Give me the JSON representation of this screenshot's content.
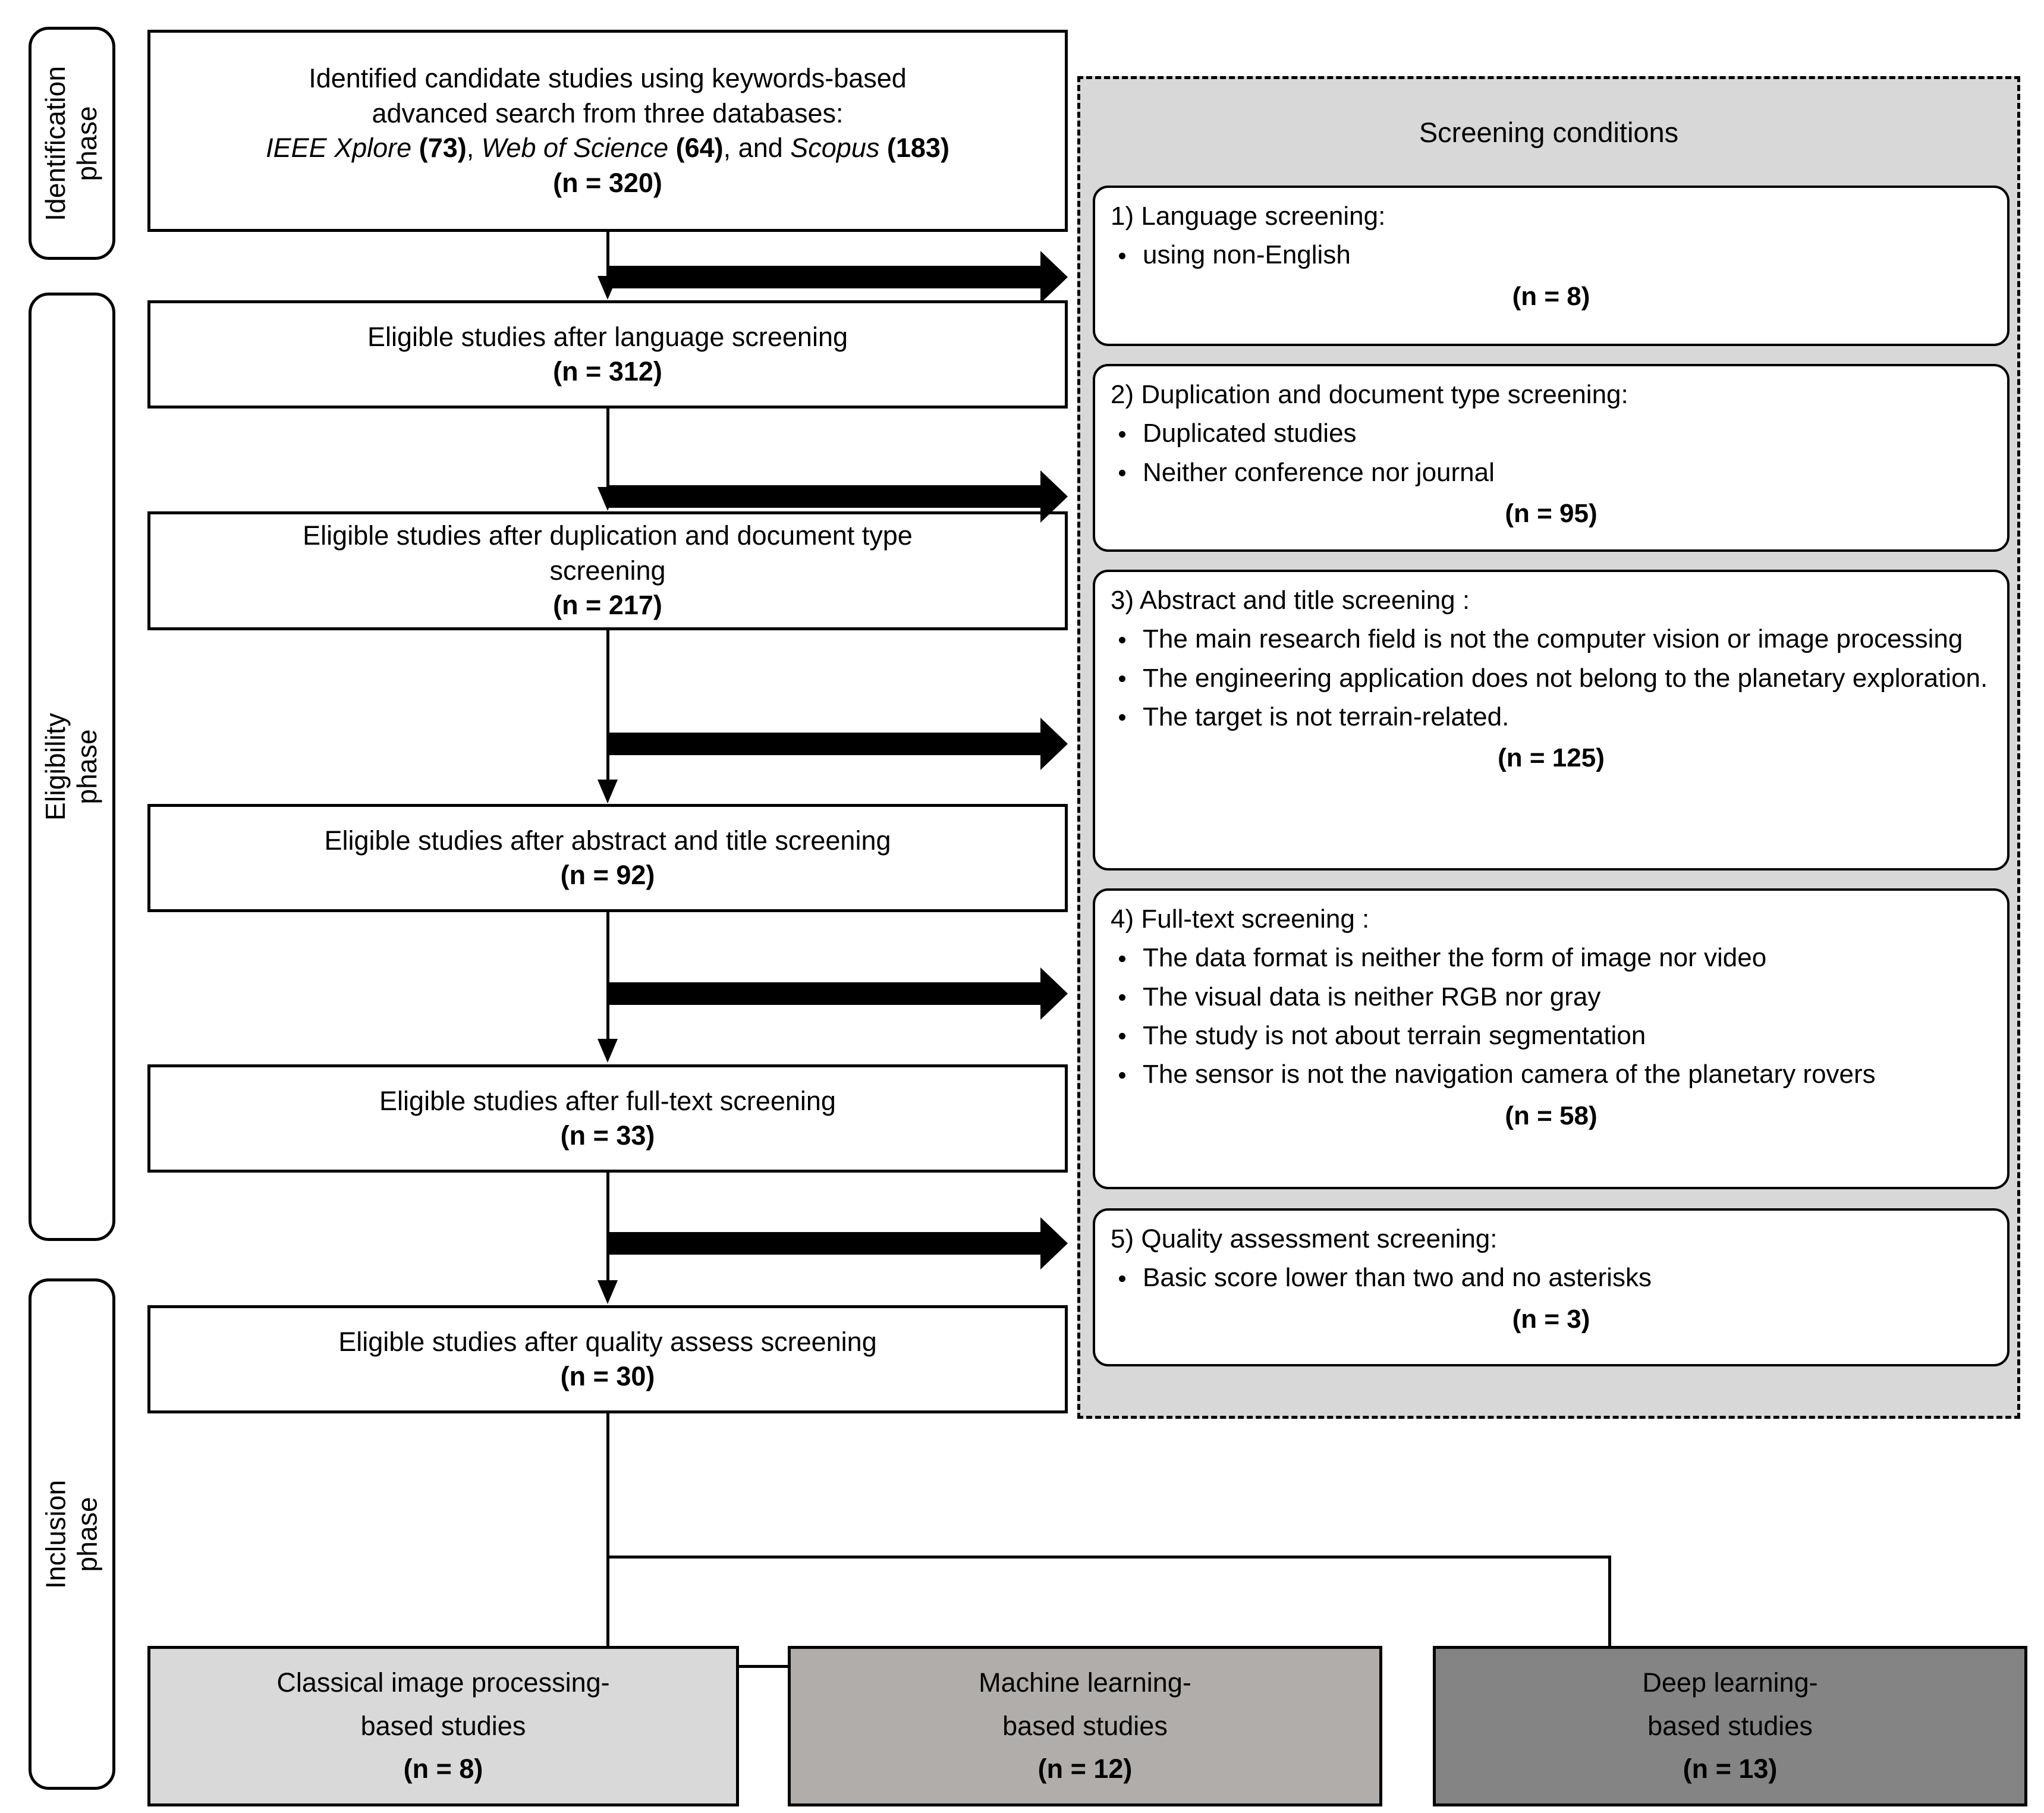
{
  "phases": [
    {
      "id": "identification",
      "label": "Identification\nphase",
      "line1": "Identification",
      "line2": "phase"
    },
    {
      "id": "eligibility",
      "label": "Eligibility\nphase",
      "line1": "Eligibility",
      "line2": "phase"
    },
    {
      "id": "inclusion",
      "label": "Inclusion\nphase",
      "line1": "Inclusion",
      "line2": "phase"
    }
  ],
  "flow": {
    "identification_box": {
      "line1": "Identified candidate studies using keywords-based",
      "line2": "advanced search from three databases:",
      "db1_name": "IEEE Xplore",
      "db1_count": "(73)",
      "sep1": ", ",
      "db2_name": "Web of Science",
      "db2_count": "(64)",
      "sep2": ", and ",
      "db3_name": "Scopus",
      "db3_count": "(183)",
      "count": "(n = 320)"
    },
    "steps": [
      {
        "id": "after-language",
        "title": "Eligible studies after language screening",
        "count": "(n = 312)"
      },
      {
        "id": "after-duplication",
        "title": "Eligible studies after duplication and document type",
        "title2": "screening",
        "count": "(n = 217)"
      },
      {
        "id": "after-abstract-title",
        "title": "Eligible studies after abstract and title screening",
        "count": "(n = 92)"
      },
      {
        "id": "after-full-text",
        "title": "Eligible studies after full-text screening",
        "count": "(n = 33)"
      },
      {
        "id": "after-quality",
        "title": "Eligible studies after quality assess screening",
        "count": "(n = 30)"
      }
    ]
  },
  "screening_panel": {
    "title": "Screening conditions",
    "conditions": [
      {
        "id": "language-screening",
        "heading": "1) Language screening:",
        "bullets": [
          "using non-English"
        ],
        "count": "(n = 8)"
      },
      {
        "id": "duplication-document-type-screening",
        "heading": "2) Duplication and document type screening:",
        "bullets": [
          "Duplicated studies",
          "Neither conference nor journal"
        ],
        "count": "(n = 95)"
      },
      {
        "id": "abstract-title-screening",
        "heading": "3) Abstract and title screening :",
        "bullets": [
          "The main research field is not the computer vision or image processing",
          "The engineering application does not belong to the planetary exploration.",
          "The target is not terrain-related."
        ],
        "count": "(n = 125)"
      },
      {
        "id": "full-text-screening",
        "heading": "4) Full-text screening :",
        "bullets": [
          "The data format is neither the form of image nor video",
          "The visual data is neither RGB nor gray",
          "The study is not about terrain segmentation",
          "The sensor is not the navigation camera of the planetary rovers"
        ],
        "count": "(n = 58)"
      },
      {
        "id": "quality-assessment-screening",
        "heading": "5) Quality assessment screening:",
        "bullets": [
          "Basic score lower than two and no asterisks"
        ],
        "count": "(n = 3)"
      }
    ]
  },
  "results": [
    {
      "id": "classical-image-processing",
      "line1": "Classical image processing-",
      "line2": "based studies",
      "count": "(n = 8)",
      "color": "#d9d9d9"
    },
    {
      "id": "machine-learning",
      "line1": "Machine learning-",
      "line2": "based studies",
      "count": "(n = 12)",
      "color": "#b0adaa"
    },
    {
      "id": "deep-learning",
      "line1": "Deep learning-",
      "line2": "based studies",
      "count": "(n = 13)",
      "color": "#848484"
    }
  ],
  "colors": {
    "panel_background": "#d8d8d8",
    "box_border": "#000000",
    "page_background": "#ffffff"
  }
}
